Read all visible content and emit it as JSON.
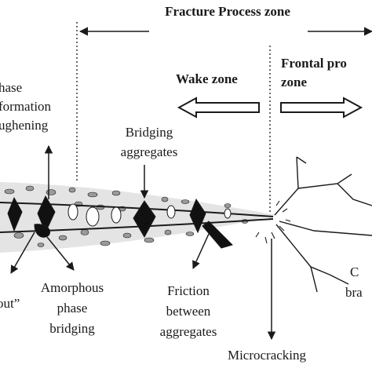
{
  "labels": {
    "fracture_process_zone": "Fracture Process zone",
    "wake_zone": "Wake zone",
    "frontal_process_zone_line1": "Frontal pro",
    "frontal_process_zone_line2": "zone",
    "phase_transformation_line1": "hase",
    "phase_transformation_line2": "formation",
    "phase_transformation_line3": "ughening",
    "bridging_aggregates_line1": "Bridging",
    "bridging_aggregates_line2": "aggregates",
    "amorphous_line1": "Amorphous",
    "amorphous_line2": "phase",
    "amorphous_line3": "bridging",
    "friction_line1": "Friction",
    "friction_line2": "between",
    "friction_line3": "aggregates",
    "microcracking": "Microcracking",
    "pullout_fragment": "out”",
    "crack_branching_line1": "C",
    "crack_branching_line2": "bra"
  },
  "colors": {
    "ink": "#1a1a1a",
    "aggregate_fill": "#9a9a9a",
    "zone_band": "#e4e4e4"
  }
}
